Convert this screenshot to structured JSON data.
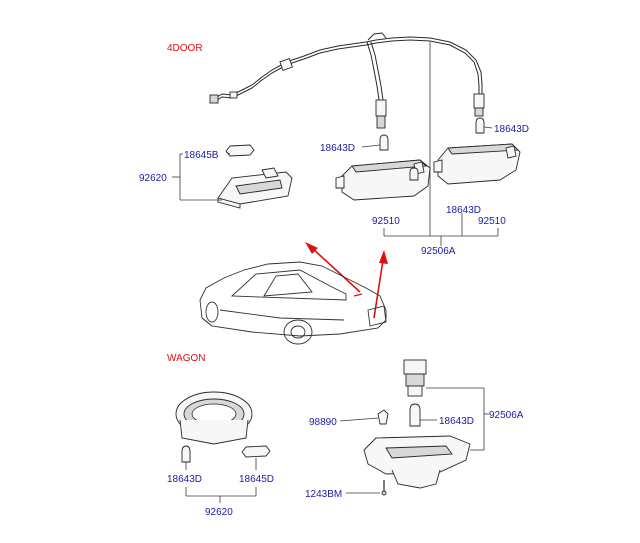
{
  "sections": {
    "four_door": "4DOOR",
    "wagon": "WAGON"
  },
  "colors": {
    "section_label": "#e01010",
    "part_number": "#1a1aa6",
    "arrow": "#e01010"
  },
  "labels": {
    "p18645b": "18645B",
    "p92620_top": "92620",
    "p18643d_left": "18643D",
    "p18643d_right": "18643D",
    "p92510_left": "92510",
    "p18643d_mid": "18643D",
    "p92510_right": "92510",
    "p92506a_top": "92506A",
    "p98890": "98890",
    "p18643d_wagon_right": "18643D",
    "p92506a_wagon": "92506A",
    "p1243bm": "1243BM",
    "p18643d_wagon_left": "18643D",
    "p18645d": "18645D",
    "p92620_bottom": "92620"
  }
}
